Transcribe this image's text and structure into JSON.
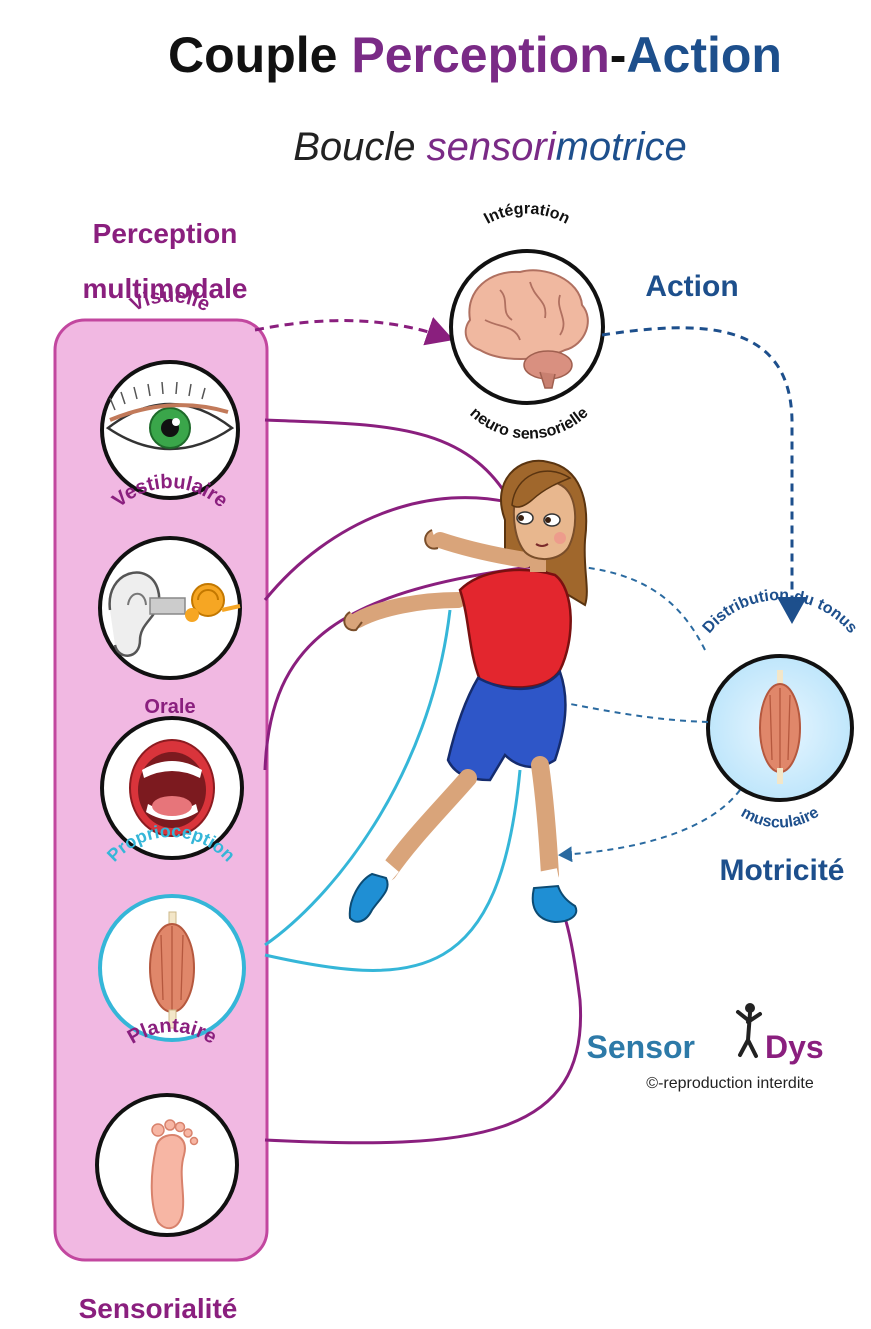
{
  "title": {
    "part1": "Couple ",
    "part2": "Perception",
    "part3": "-",
    "part4": "Action"
  },
  "subtitle": {
    "part1": "Boucle ",
    "part2": "sensori",
    "part3": "motrice"
  },
  "perception": {
    "heading_line1": "Perception",
    "heading_line2": "multimodale",
    "footer": "Sensorialité",
    "senses": [
      {
        "label": "Visuelle",
        "icon": "eye-icon"
      },
      {
        "label": "Vestibulaire",
        "icon": "ear-icon"
      },
      {
        "label": "Orale",
        "icon": "mouth-icon"
      },
      {
        "label": "Proprioception",
        "icon": "muscle-icon"
      },
      {
        "label": "Plantaire",
        "icon": "foot-icon"
      }
    ]
  },
  "integration": {
    "top_label": "Intégration",
    "bottom_label": "neuro sensorielle",
    "icon": "brain-icon"
  },
  "action": {
    "heading": "Action",
    "tonus_top": "Distribution du tonus",
    "tonus_bottom": "musculaire",
    "footer": "Motricité",
    "icon": "muscle-icon"
  },
  "brand": {
    "name_part1": "Sensor",
    "name_part2": "Dys",
    "copyright": "©-reproduction interdite"
  },
  "colors": {
    "purple": "#8a1f7e",
    "title_purple": "#7a2a86",
    "blue": "#1d4f8c",
    "cyan": "#35b6d8",
    "panel_fill": "#f1b8e2",
    "panel_border": "#c2479f",
    "shirt": "#e3262e",
    "shorts": "#2e56c8",
    "shoes": "#1f8fd4"
  }
}
